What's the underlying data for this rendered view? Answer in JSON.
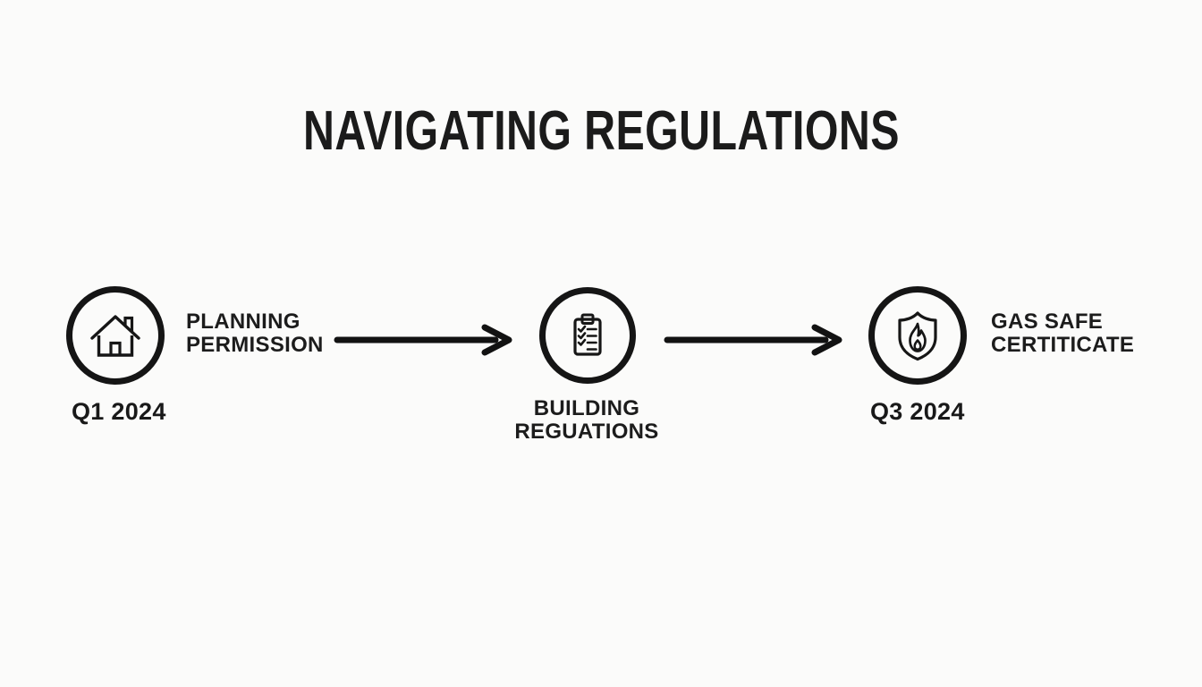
{
  "page": {
    "title": "NAVIGATING REGULATIONS",
    "background_color": "#fbfbfa",
    "ink_color": "#171717"
  },
  "flow": {
    "steps": [
      {
        "id": "planning-permission",
        "icon": "house-icon",
        "label_line1": "PLANNING",
        "label_line2": "PERMISSION",
        "date": "Q1 2024"
      },
      {
        "id": "building-regulations",
        "icon": "clipboard-checklist-icon",
        "label_line1": "BUILDING",
        "label_line2": "REGUATIONS"
      },
      {
        "id": "gas-safe-certificate",
        "icon": "shield-flame-icon",
        "label_line1": "GAS SAFE",
        "label_line2": "CERTITICATE",
        "date": "Q3 2024"
      }
    ],
    "connector": "arrow-right"
  }
}
